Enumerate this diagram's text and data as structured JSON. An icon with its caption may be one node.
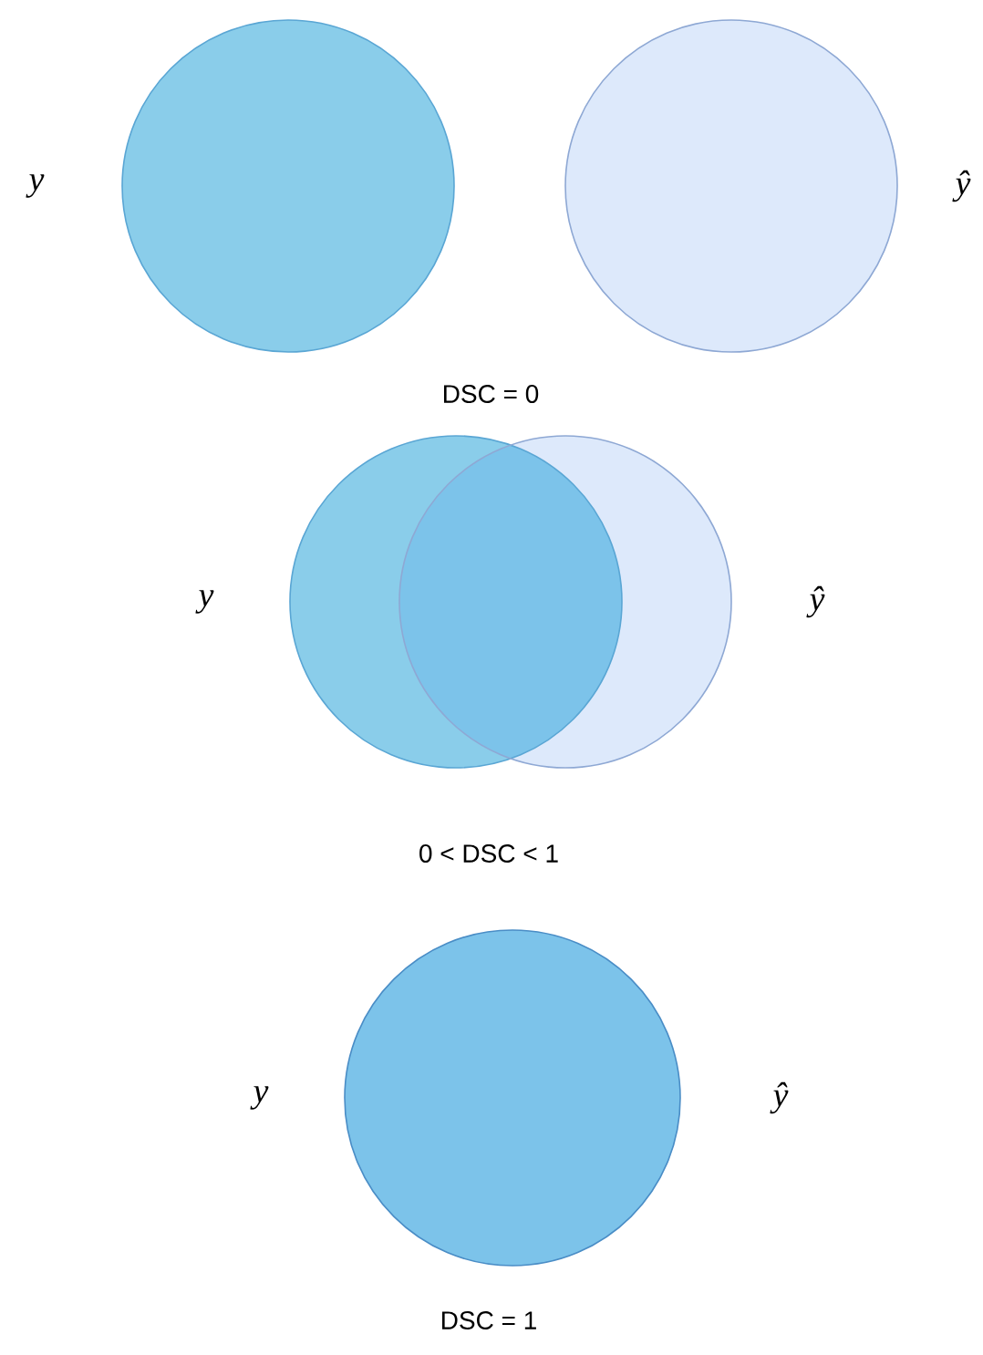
{
  "diagram": {
    "nodes": [
      {
        "text": [],
        "shape": "circle",
        "beside": [
          "y"
        ]
      },
      {
        "text": [],
        "shape": "circle",
        "beside": [
          "ŷ"
        ]
      },
      {
        "text": [],
        "shape": "circle",
        "beside": [
          "y"
        ]
      },
      {
        "text": [],
        "shape": "circle",
        "beside": [
          "ŷ"
        ]
      },
      {
        "text": [],
        "shape": "circle",
        "beside": [
          "y",
          "ŷ"
        ]
      }
    ],
    "labels": [
      "DSC = 0",
      "0 < DSC < 1",
      "DSC = 1"
    ]
  }
}
